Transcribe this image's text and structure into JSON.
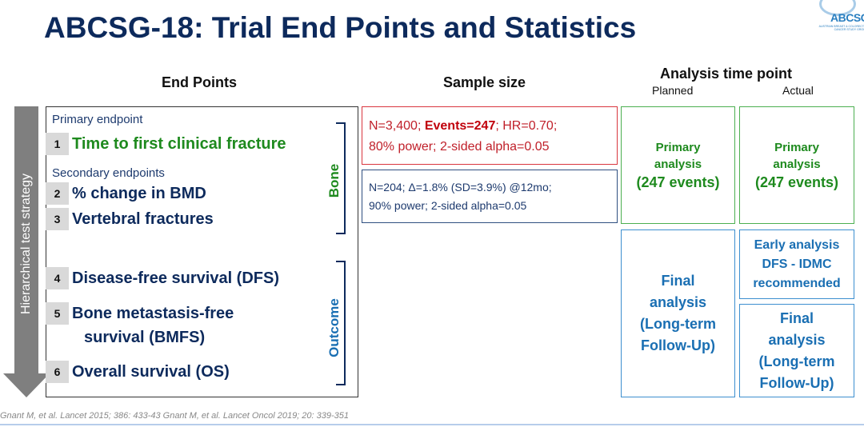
{
  "slide": {
    "title": "ABCSG-18: Trial End Points and Statistics",
    "logo": {
      "text": "ABCSG",
      "subtext": "AUSTRIAN BREAST & COLORECTAL CANCER STUDY GROUP"
    }
  },
  "headers": {
    "end_points": "End Points",
    "sample_size": "Sample size",
    "analysis_time_point": "Analysis time point",
    "planned": "Planned",
    "actual": "Actual"
  },
  "strategy_arrow": {
    "label": "Hierarchical test strategy",
    "color": "#7f7f7f"
  },
  "endpoints": {
    "primary_label": "Primary endpoint",
    "secondary_label": "Secondary endpoints",
    "items": [
      {
        "num": "1",
        "label": "Time to first clinical fracture",
        "color": "#1e8a1e"
      },
      {
        "num": "2",
        "label": "% change in BMD",
        "color": "#0d2a5c"
      },
      {
        "num": "3",
        "label": "Vertebral fractures",
        "color": "#0d2a5c"
      },
      {
        "num": "4",
        "label": "Disease-free survival (DFS)",
        "color": "#0d2a5c"
      },
      {
        "num": "5",
        "label_line1": "Bone metastasis-free",
        "label_line2": "survival (BMFS)",
        "color": "#0d2a5c"
      },
      {
        "num": "6",
        "label": "Overall survival (OS)",
        "color": "#0d2a5c"
      }
    ],
    "groups": {
      "bone": {
        "label": "Bone",
        "color": "#1e8a1e"
      },
      "outcome": {
        "label": "Outcome",
        "color": "#1a6fb3"
      }
    }
  },
  "sample_size": {
    "primary": {
      "prefix": "N=3,400; ",
      "bold": "Events=247",
      "suffix": "; HR=0.70;",
      "line2": "80% power; 2-sided alpha=0.05",
      "color": "#c0202a"
    },
    "secondary": {
      "line1": "N=204; Δ=1.8% (SD=3.9%) @12mo;",
      "line2": "90% power; 2-sided alpha=0.05",
      "color": "#1d3a6e"
    }
  },
  "analysis": {
    "planned_primary": {
      "line1": "Primary",
      "line2": "analysis",
      "line3": "(247 events)"
    },
    "actual_primary": {
      "line1": "Primary",
      "line2": "analysis",
      "line3": "(247 events)"
    },
    "planned_final": {
      "line1": "Final",
      "line2": "analysis",
      "line3": "(Long-term",
      "line4": "Follow-Up)"
    },
    "actual_early": {
      "line1": "Early analysis",
      "line2": "DFS - IDMC",
      "line3": "recommended"
    },
    "actual_final": {
      "line1": "Final",
      "line2": "analysis",
      "line3": "(Long-term",
      "line4": "Follow-Up)"
    }
  },
  "footer": {
    "citation": "Gnant M, et al. Lancet 2015; 386: 433-43   Gnant M, et al. Lancet Oncol 2019; 20: 339-351"
  },
  "colors": {
    "title": "#0d2a5c",
    "primary_green": "#1e8a1e",
    "red": "#c0202a",
    "navy": "#0d2a5c",
    "light_blue": "#1a6fb3"
  }
}
